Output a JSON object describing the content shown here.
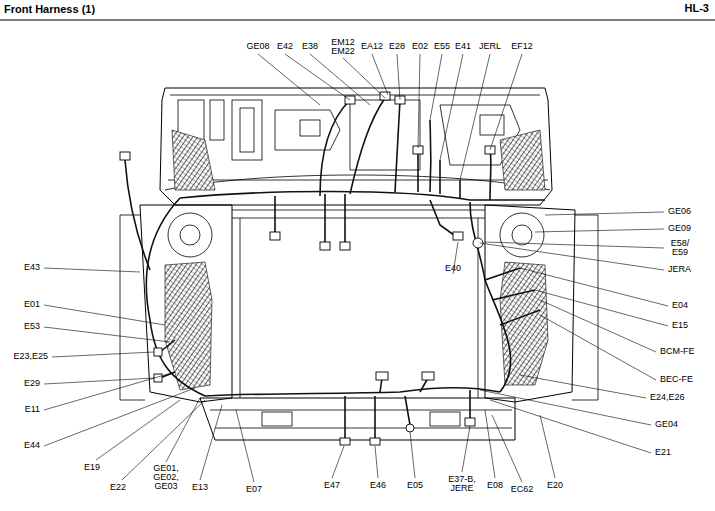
{
  "diagram": {
    "title": "Front Harness (1)",
    "labels": [
      "HL-3",
      "GE08",
      "E42",
      "E38",
      "EM12 EM22",
      "EA12",
      "E28",
      "E02",
      "E55",
      "E41",
      "JERL",
      "EF12",
      "GE06",
      "GE09",
      "E58/ E59",
      "JERA",
      "E04",
      "E15",
      "BCM-FE",
      "BEC-FE",
      "E24,E26",
      "GE04",
      "E21",
      "E40",
      "E43",
      "E01",
      "E53",
      "E23,E25",
      "E29",
      "E11",
      "E44",
      "E19",
      "E22",
      "GE01, GE02, GE03",
      "E13",
      "E07",
      "E47",
      "E46",
      "E05",
      "E37-B, JERE",
      "E08",
      "EC62",
      "E20"
    ]
  }
}
